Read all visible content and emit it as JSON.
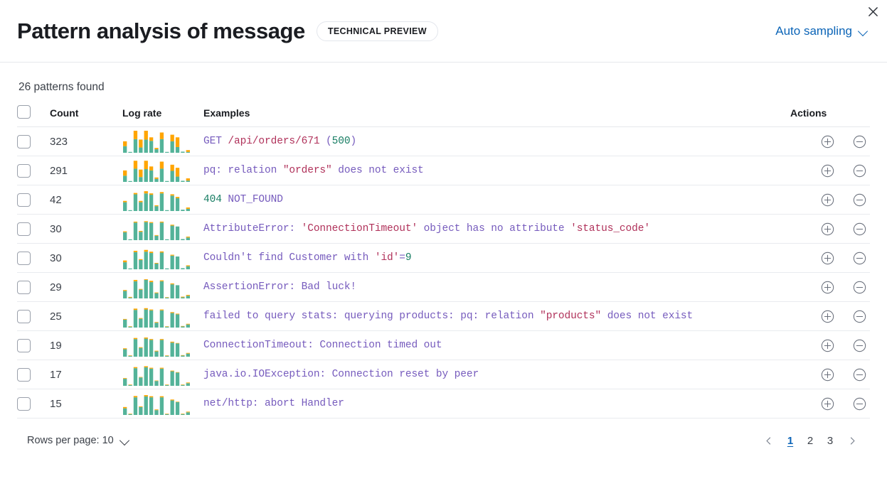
{
  "header": {
    "title": "Pattern analysis of message",
    "badge": "TECHNICAL PREVIEW",
    "sampling_label": "Auto sampling",
    "sampling_icon": "chevron-down-icon",
    "close_icon": "close-icon"
  },
  "summary": {
    "patterns_found": "26 patterns found"
  },
  "table": {
    "columns": {
      "count": "Count",
      "log_rate": "Log rate",
      "examples": "Examples",
      "actions": "Actions"
    },
    "action_icons": {
      "filter_for": "plus-in-circle-icon",
      "filter_out": "minus-in-circle-icon"
    },
    "colors": {
      "bar_base": "#54b399",
      "bar_top": "#ffa500",
      "link": "#0b64b7",
      "token_plain": "#765bbd",
      "token_string": "#b0315a",
      "token_number": "#177d63",
      "row_border": "#e9ebef"
    },
    "rows": [
      {
        "count": "323",
        "example": "GET /api/orders/671 (500)",
        "tokens": [
          {
            "t": "GET ",
            "c": "plain"
          },
          {
            "t": "/api/orders/671",
            "c": "str"
          },
          {
            "t": " (",
            "c": "plain"
          },
          {
            "t": "500",
            "c": "num"
          },
          {
            "t": ")",
            "c": "plain"
          }
        ],
        "spark": {
          "base": [
            0.3,
            0.02,
            0.62,
            0.24,
            0.6,
            0.54,
            0.16,
            0.62,
            0.03,
            0.52,
            0.26,
            0.05,
            0.04
          ],
          "top": [
            0.22,
            0.0,
            0.38,
            0.36,
            0.4,
            0.16,
            0.06,
            0.3,
            0.0,
            0.3,
            0.44,
            0.0,
            0.08
          ]
        }
      },
      {
        "count": "291",
        "example": "pq: relation \"orders\" does not exist",
        "tokens": [
          {
            "t": "pq: relation ",
            "c": "plain"
          },
          {
            "t": "\"orders\"",
            "c": "str"
          },
          {
            "t": " does not exist",
            "c": "plain"
          }
        ],
        "spark": {
          "base": [
            0.28,
            0.03,
            0.6,
            0.22,
            0.58,
            0.52,
            0.14,
            0.6,
            0.04,
            0.5,
            0.24,
            0.05,
            0.06
          ],
          "top": [
            0.24,
            0.0,
            0.36,
            0.34,
            0.38,
            0.18,
            0.06,
            0.32,
            0.0,
            0.28,
            0.4,
            0.0,
            0.1
          ]
        }
      },
      {
        "count": "42",
        "example": "404 NOT_FOUND",
        "tokens": [
          {
            "t": "404",
            "c": "num"
          },
          {
            "t": " NOT_FOUND",
            "c": "plain"
          }
        ],
        "spark": {
          "base": [
            0.4,
            0.03,
            0.76,
            0.4,
            0.8,
            0.74,
            0.22,
            0.8,
            0.04,
            0.7,
            0.58,
            0.06,
            0.1
          ],
          "top": [
            0.06,
            0.0,
            0.06,
            0.06,
            0.1,
            0.06,
            0.04,
            0.06,
            0.0,
            0.06,
            0.06,
            0.0,
            0.06
          ]
        }
      },
      {
        "count": "30",
        "example": "AttributeError: 'ConnectionTimeout' object has no attribute 'status_code'",
        "tokens": [
          {
            "t": "AttributeError: ",
            "c": "plain"
          },
          {
            "t": "'ConnectionTimeout'",
            "c": "str"
          },
          {
            "t": " object has no attribute ",
            "c": "plain"
          },
          {
            "t": "'status_code'",
            "c": "str"
          }
        ],
        "spark": {
          "base": [
            0.36,
            0.02,
            0.8,
            0.38,
            0.82,
            0.78,
            0.2,
            0.8,
            0.03,
            0.66,
            0.62,
            0.05,
            0.12
          ],
          "top": [
            0.04,
            0.0,
            0.04,
            0.04,
            0.04,
            0.04,
            0.03,
            0.04,
            0.0,
            0.04,
            0.0,
            0.0,
            0.04
          ]
        }
      },
      {
        "count": "30",
        "example": "Couldn't find Customer with 'id'=9",
        "tokens": [
          {
            "t": "Couldn't find Customer with ",
            "c": "plain"
          },
          {
            "t": "'id'",
            "c": "str"
          },
          {
            "t": "=",
            "c": "plain"
          },
          {
            "t": "9",
            "c": "num"
          }
        ],
        "spark": {
          "base": [
            0.32,
            0.02,
            0.78,
            0.42,
            0.8,
            0.74,
            0.26,
            0.76,
            0.04,
            0.62,
            0.58,
            0.05,
            0.14
          ],
          "top": [
            0.08,
            0.0,
            0.06,
            0.04,
            0.08,
            0.06,
            0.03,
            0.05,
            0.0,
            0.04,
            0.0,
            0.0,
            0.04
          ]
        }
      },
      {
        "count": "29",
        "example": "AssertionError: Bad luck!",
        "tokens": [
          {
            "t": "AssertionError: Bad luck!",
            "c": "plain"
          }
        ],
        "spark": {
          "base": [
            0.34,
            0.02,
            0.78,
            0.4,
            0.84,
            0.74,
            0.24,
            0.78,
            0.03,
            0.64,
            0.6,
            0.05,
            0.12
          ],
          "top": [
            0.04,
            0.03,
            0.06,
            0.03,
            0.03,
            0.06,
            0.03,
            0.04,
            0.02,
            0.04,
            0.0,
            0.03,
            0.04
          ]
        }
      },
      {
        "count": "25",
        "example": "failed to query stats: querying products: pq: relation \"products\" does not exist",
        "tokens": [
          {
            "t": "failed to query stats: querying products: pq: relation ",
            "c": "plain"
          },
          {
            "t": "\"products\"",
            "c": "str"
          },
          {
            "t": " does not exist",
            "c": "plain"
          }
        ],
        "spark": {
          "base": [
            0.36,
            0.02,
            0.8,
            0.4,
            0.82,
            0.78,
            0.22,
            0.78,
            0.03,
            0.66,
            0.6,
            0.05,
            0.14
          ],
          "top": [
            0.03,
            0.02,
            0.06,
            0.03,
            0.06,
            0.04,
            0.03,
            0.04,
            0.02,
            0.04,
            0.03,
            0.02,
            0.03
          ]
        }
      },
      {
        "count": "19",
        "example": "ConnectionTimeout: Connection timed out",
        "tokens": [
          {
            "t": "ConnectionTimeout: Connection timed out",
            "c": "plain"
          }
        ],
        "spark": {
          "base": [
            0.34,
            0.03,
            0.8,
            0.4,
            0.82,
            0.76,
            0.24,
            0.76,
            0.03,
            0.64,
            0.6,
            0.05,
            0.14
          ],
          "top": [
            0.04,
            0.02,
            0.05,
            0.03,
            0.05,
            0.04,
            0.03,
            0.04,
            0.02,
            0.04,
            0.02,
            0.02,
            0.03
          ]
        }
      },
      {
        "count": "17",
        "example": "java.io.IOException: Connection reset by peer",
        "tokens": [
          {
            "t": "java.io.IOException: Connection reset by peer",
            "c": "plain"
          }
        ],
        "spark": {
          "base": [
            0.32,
            0.02,
            0.8,
            0.38,
            0.84,
            0.78,
            0.22,
            0.78,
            0.02,
            0.66,
            0.6,
            0.04,
            0.12
          ],
          "top": [
            0.03,
            0.02,
            0.05,
            0.02,
            0.05,
            0.04,
            0.02,
            0.04,
            0.02,
            0.03,
            0.02,
            0.02,
            0.03
          ]
        }
      },
      {
        "count": "15",
        "example": "net/http: abort Handler",
        "tokens": [
          {
            "t": "net/http: abort Handler",
            "c": "plain"
          }
        ],
        "spark": {
          "base": [
            0.3,
            0.02,
            0.8,
            0.36,
            0.84,
            0.8,
            0.22,
            0.8,
            0.02,
            0.66,
            0.58,
            0.04,
            0.12
          ],
          "top": [
            0.06,
            0.02,
            0.06,
            0.03,
            0.06,
            0.05,
            0.03,
            0.05,
            0.02,
            0.04,
            0.02,
            0.02,
            0.03
          ]
        }
      }
    ]
  },
  "footer": {
    "rows_per_page_label": "Rows per page: 10",
    "rows_per_page_icon": "chevron-down-icon",
    "prev_icon": "chevron-left-icon",
    "next_icon": "chevron-right-icon",
    "pages": [
      "1",
      "2",
      "3"
    ],
    "active_page": "1"
  }
}
